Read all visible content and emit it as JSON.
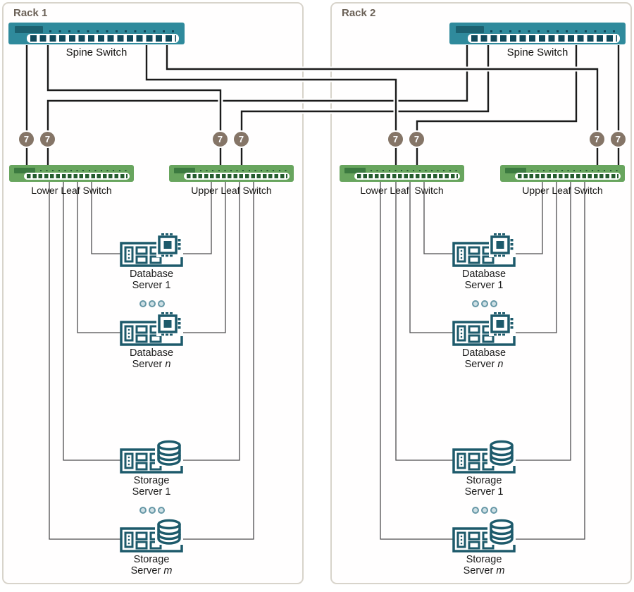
{
  "racks": [
    {
      "title": "Rack 1",
      "spine": {
        "label": "Spine Switch"
      },
      "lower_leaf": {
        "label": "Lower Leaf Switch"
      },
      "upper_leaf": {
        "label": "Upper Leaf Switch"
      },
      "servers": [
        {
          "kind": "database",
          "name_line1": "Database",
          "name_line2": "Server",
          "index_label": "1"
        },
        {
          "kind": "database",
          "name_line1": "Database",
          "name_line2": "Server",
          "index_label": "n"
        },
        {
          "kind": "storage",
          "name_line1": "Storage",
          "name_line2": "Server",
          "index_label": "1"
        },
        {
          "kind": "storage",
          "name_line1": "Storage",
          "name_line2": "Server",
          "index_label": "m"
        }
      ]
    },
    {
      "title": "Rack 2",
      "spine": {
        "label": "Spine Switch"
      },
      "lower_leaf": {
        "label": "Lower Leaf  Switch"
      },
      "upper_leaf": {
        "label": "Upper Leaf Switch"
      },
      "servers": [
        {
          "kind": "database",
          "name_line1": "Database",
          "name_line2": "Server",
          "index_label": "1"
        },
        {
          "kind": "database",
          "name_line1": "Database",
          "name_line2": "Server",
          "index_label": "n"
        },
        {
          "kind": "storage",
          "name_line1": "Storage",
          "name_line2": "Server",
          "index_label": "1"
        },
        {
          "kind": "storage",
          "name_line1": "Storage",
          "name_line2": "Server",
          "index_label": "m"
        }
      ]
    }
  ],
  "badges": [
    "7",
    "7",
    "7",
    "7",
    "7",
    "7",
    "7",
    "7"
  ],
  "colors": {
    "spine_switch_body": "#2f8a9c",
    "spine_switch_dark": "#10495a",
    "leaf_switch_body": "#68a55e",
    "leaf_switch_dark": "#245c2e",
    "badge_fill": "#857567",
    "server_icon_stroke": "#1d5a6b",
    "spine_link_line": "#1b1b1b",
    "server_link_line": "#4d4d4f",
    "rack_border": "#d8d4cb",
    "rack_title_text": "#6b6157",
    "ellipsis_dot": "#6697a6"
  }
}
